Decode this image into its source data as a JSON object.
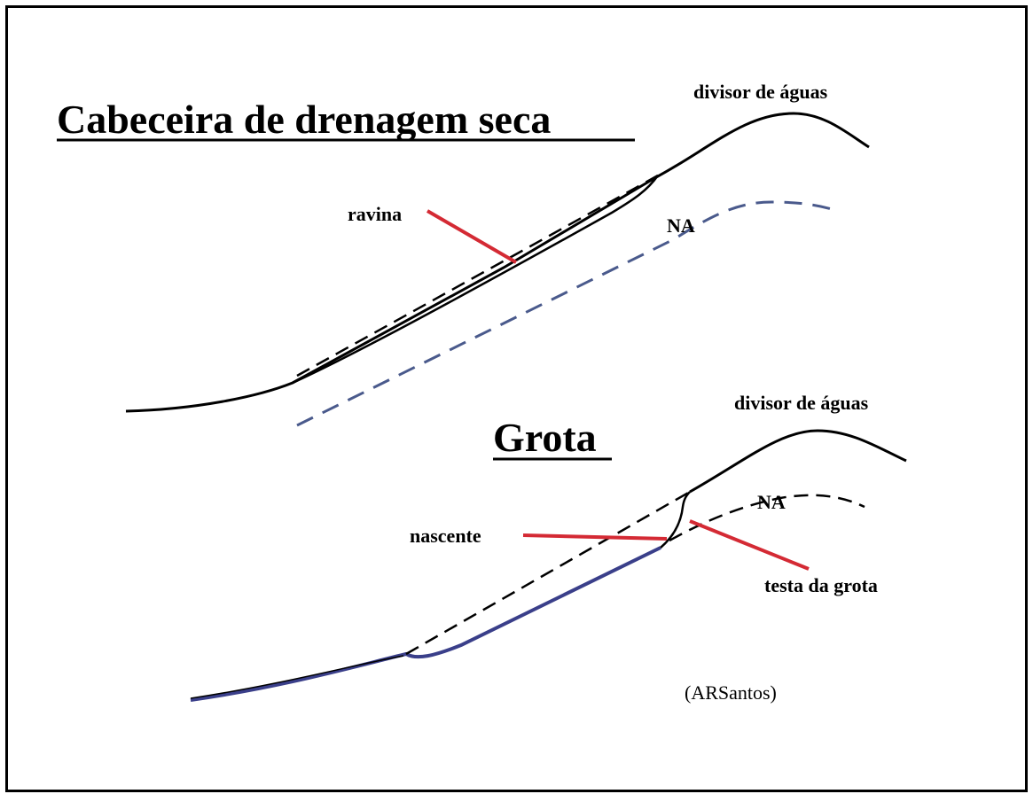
{
  "top": {
    "title": "Cabeceira de drenagem seca",
    "divisor_label": "divisor de águas",
    "ravina_label": "ravina",
    "na_label": "NA"
  },
  "bottom": {
    "title": "Grota",
    "divisor_label": "divisor de águas",
    "na_label": "NA",
    "nascente_label": "nascente",
    "testa_label": "testa da grota"
  },
  "credit": "(ARSantos)",
  "colors": {
    "line": "#000000",
    "water_table": "#4a5a8c",
    "leader": "#d42a34",
    "stream": "#3a3f8a"
  }
}
